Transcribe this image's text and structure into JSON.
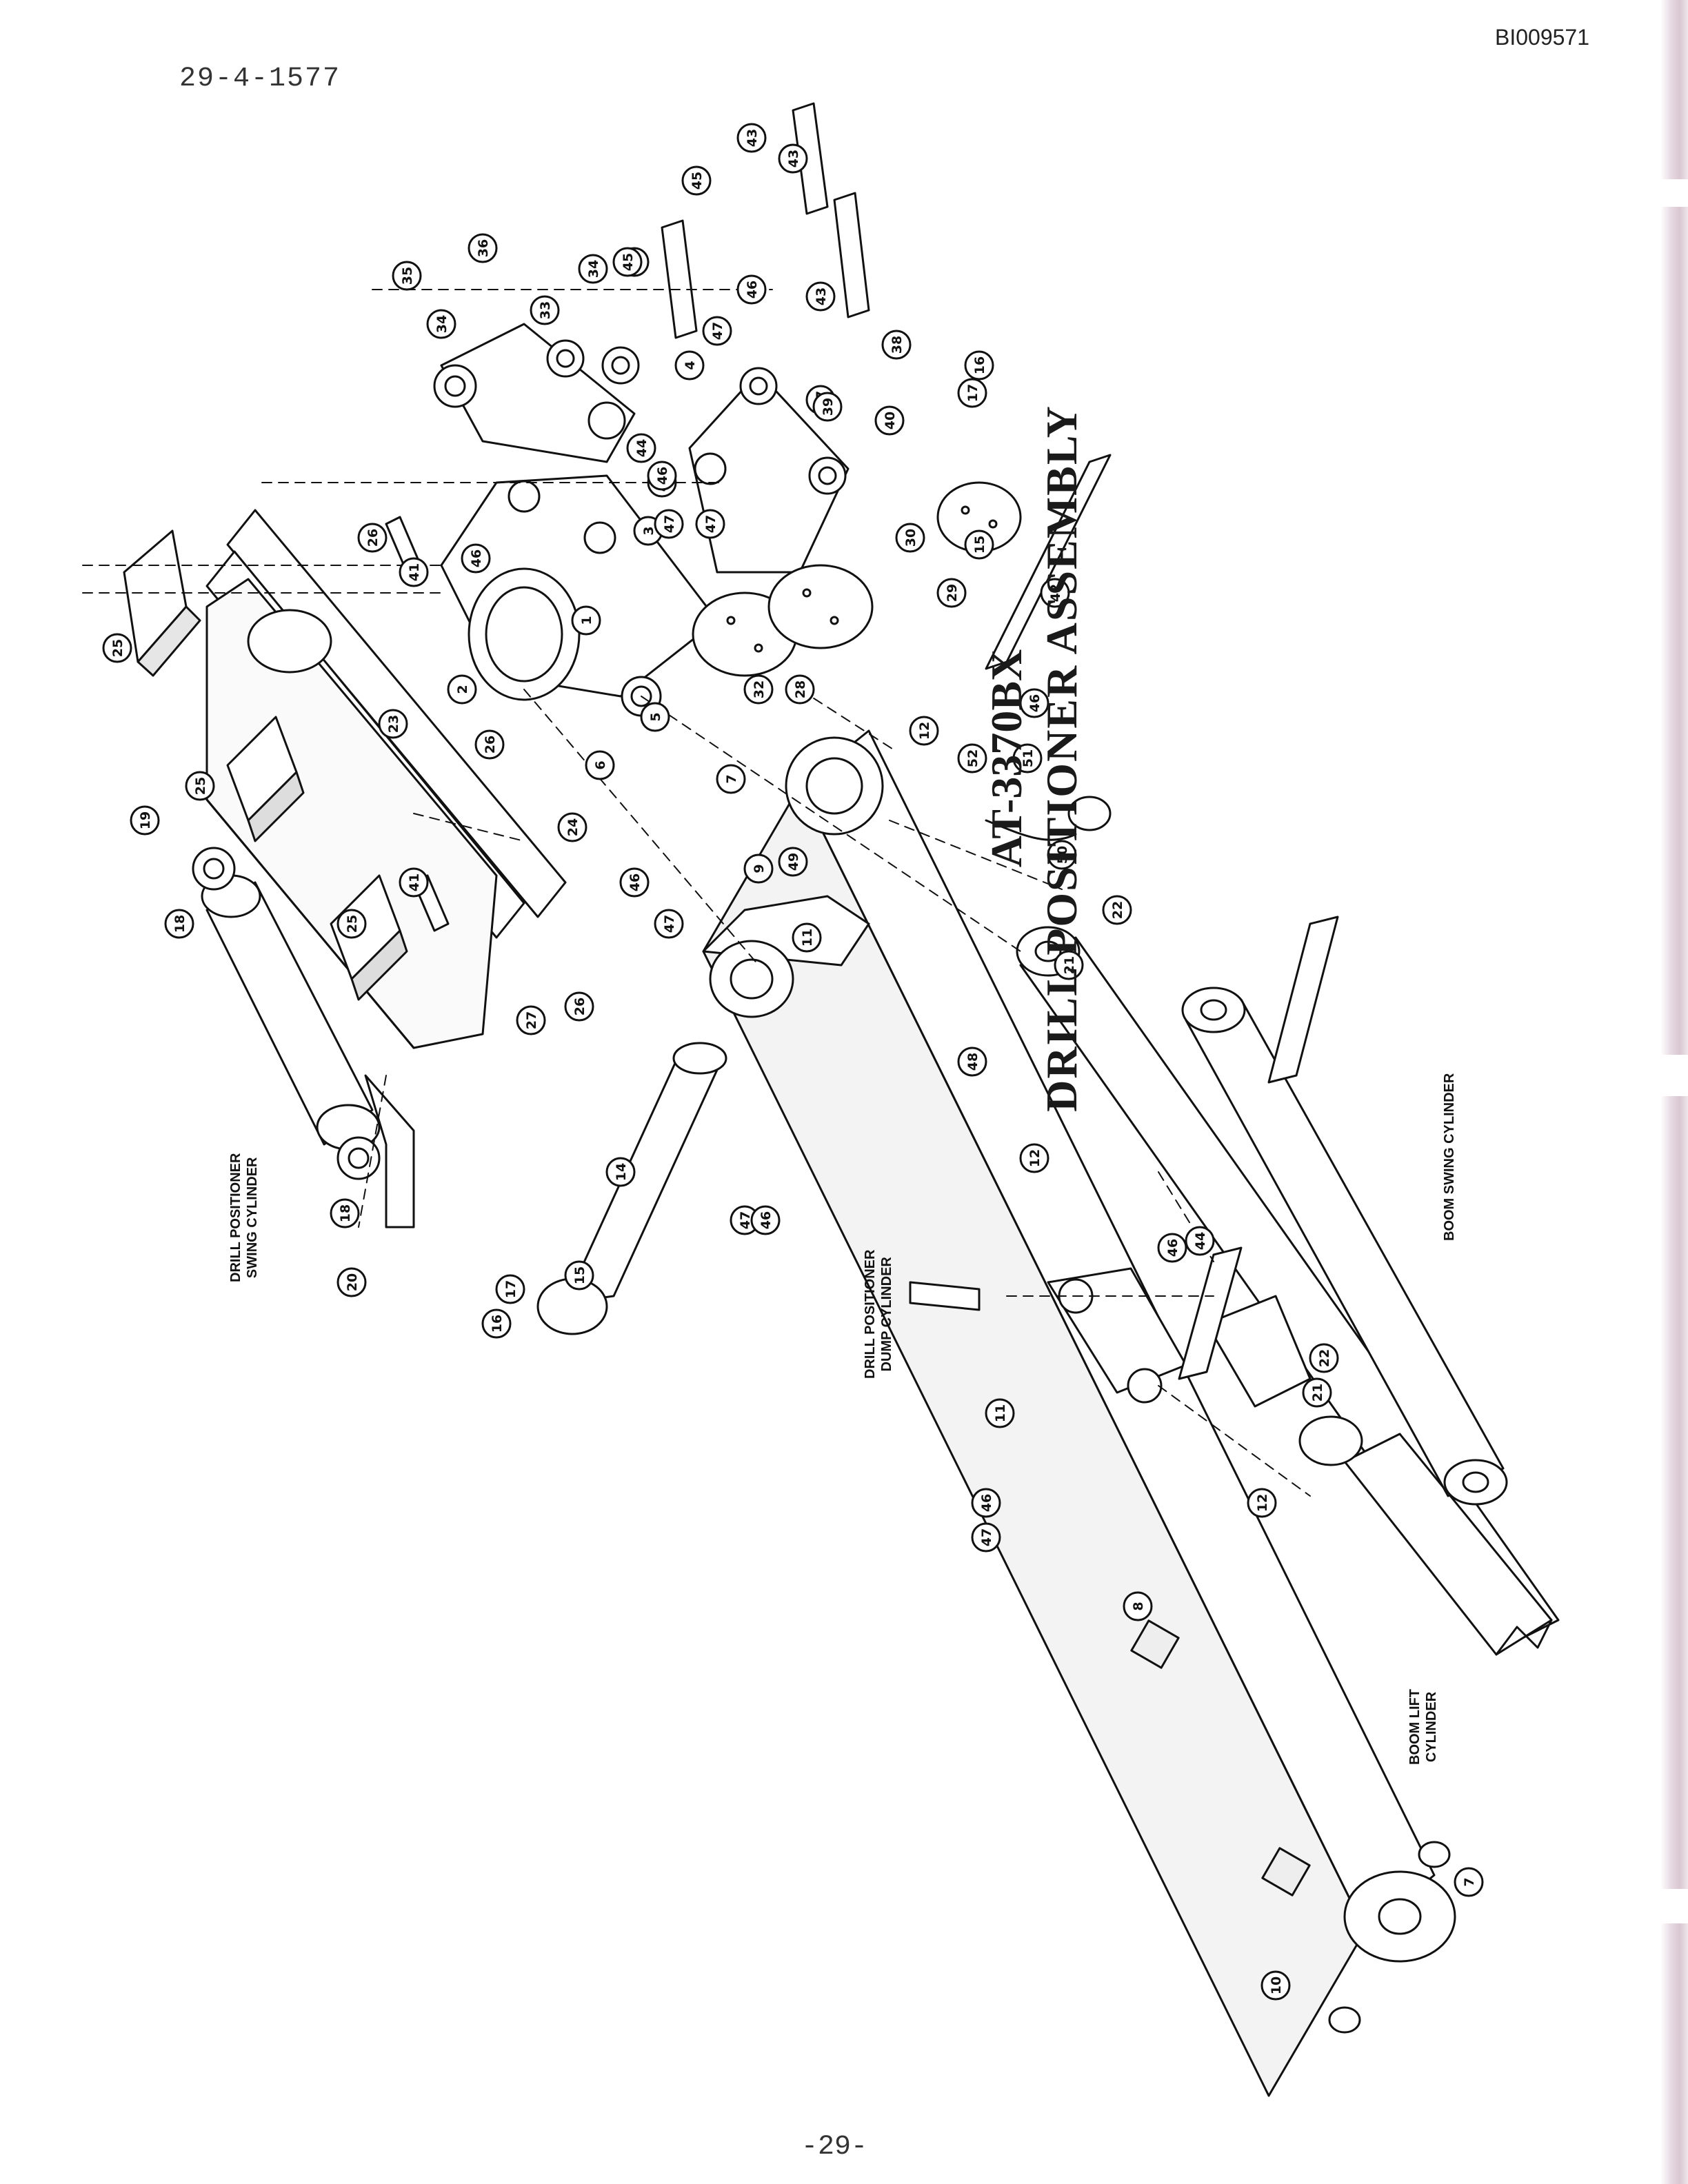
{
  "page": {
    "page_id": "BI009571",
    "doc_number": "29-4-1577",
    "page_number": "-29-"
  },
  "title": {
    "model": "AT-3370BX",
    "name": "DRILL POSITIONER ASSEMBLY"
  },
  "labels": {
    "drill_positioner_swing_cylinder": [
      "DRILL POSITIONER",
      "SWING CYLINDER"
    ],
    "drill_positioner_dump_cylinder": [
      "DRILL POSITIONER",
      "DUMP CYLINDER"
    ],
    "boom_swing_cylinder": [
      "BOOM SWING CYLINDER"
    ],
    "boom_lift_cylinder": [
      "BOOM LIFT",
      "CYLINDER"
    ]
  },
  "callouts": [
    "43",
    "43",
    "43",
    "45",
    "45",
    "36",
    "35",
    "34",
    "34",
    "33",
    "45",
    "47",
    "46",
    "4",
    "38",
    "16",
    "17",
    "37",
    "39",
    "40",
    "44",
    "47",
    "26",
    "41",
    "46",
    "2",
    "1",
    "3",
    "47",
    "46",
    "5",
    "47",
    "32",
    "28",
    "30",
    "29",
    "15",
    "42",
    "46",
    "6",
    "7",
    "12",
    "52",
    "51",
    "50",
    "49",
    "9",
    "11",
    "22",
    "21",
    "48",
    "25",
    "25",
    "25",
    "23",
    "26",
    "19",
    "18",
    "24",
    "41",
    "46",
    "47",
    "27",
    "26",
    "18",
    "20",
    "14",
    "47",
    "46",
    "17",
    "16",
    "15",
    "12",
    "46",
    "44",
    "11",
    "21",
    "22",
    "12",
    "46",
    "47",
    "8",
    "10",
    "7"
  ],
  "colors": {
    "ink": "#111111",
    "paper": "#ffffff",
    "edge_tint": "#d9c6d1"
  }
}
